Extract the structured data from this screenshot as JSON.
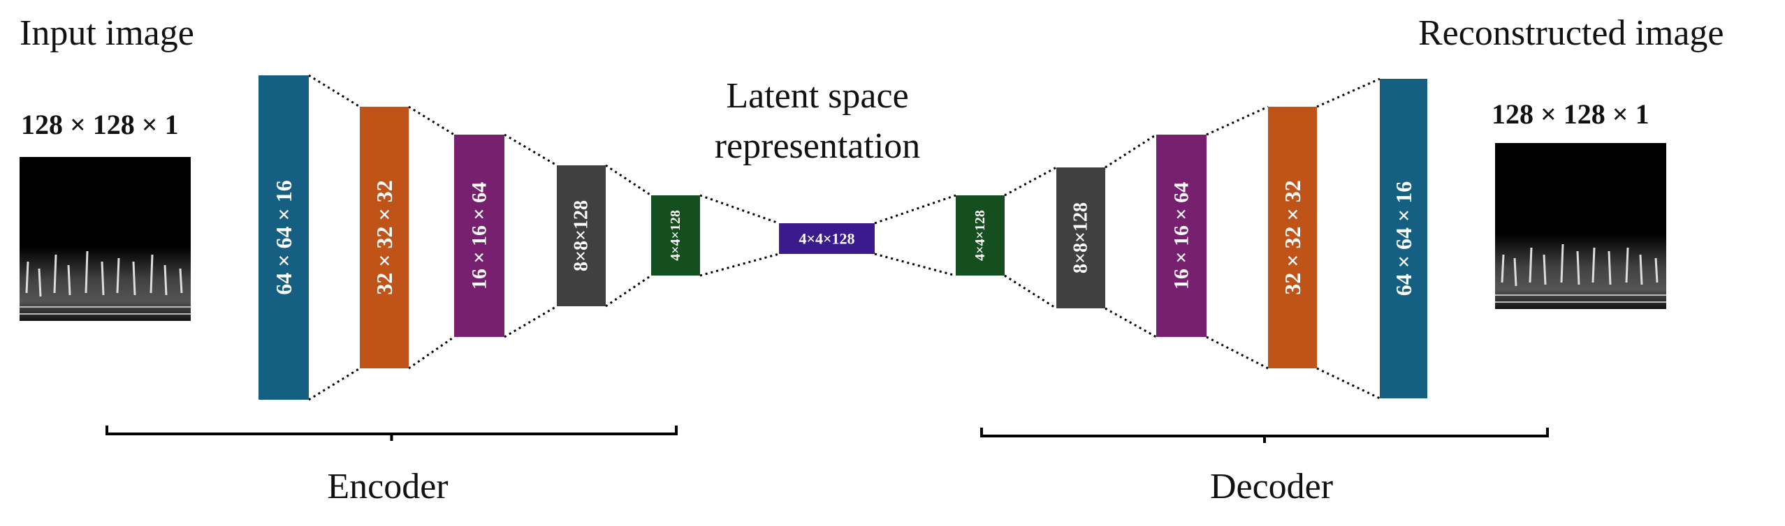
{
  "input": {
    "title": "Input image",
    "dims": "128 × 128 × 1"
  },
  "output": {
    "title": "Reconstructed image",
    "dims": "128 × 128 × 1"
  },
  "latent": {
    "title_line1": "Latent space",
    "title_line2": "representation",
    "dims": "4×4×128",
    "color": "#3a1a8c"
  },
  "encoder": {
    "label": "Encoder",
    "layers": [
      {
        "dims": "64 × 64 × 16",
        "color": "#155f82"
      },
      {
        "dims": "32 × 32 × 32",
        "color": "#c05418"
      },
      {
        "dims": "16 × 16 × 64",
        "color": "#782070"
      },
      {
        "dims": "8×8×128",
        "color": "#404040"
      },
      {
        "dims": "4×4×128",
        "color": "#154f1f"
      }
    ]
  },
  "decoder": {
    "label": "Decoder",
    "layers": [
      {
        "dims": "4×4×128",
        "color": "#154f1f"
      },
      {
        "dims": "8×8×128",
        "color": "#404040"
      },
      {
        "dims": "16 × 16 × 64",
        "color": "#782070"
      },
      {
        "dims": "32 × 32 × 32",
        "color": "#c05418"
      },
      {
        "dims": "64 × 64 × 16",
        "color": "#155f82"
      }
    ]
  }
}
